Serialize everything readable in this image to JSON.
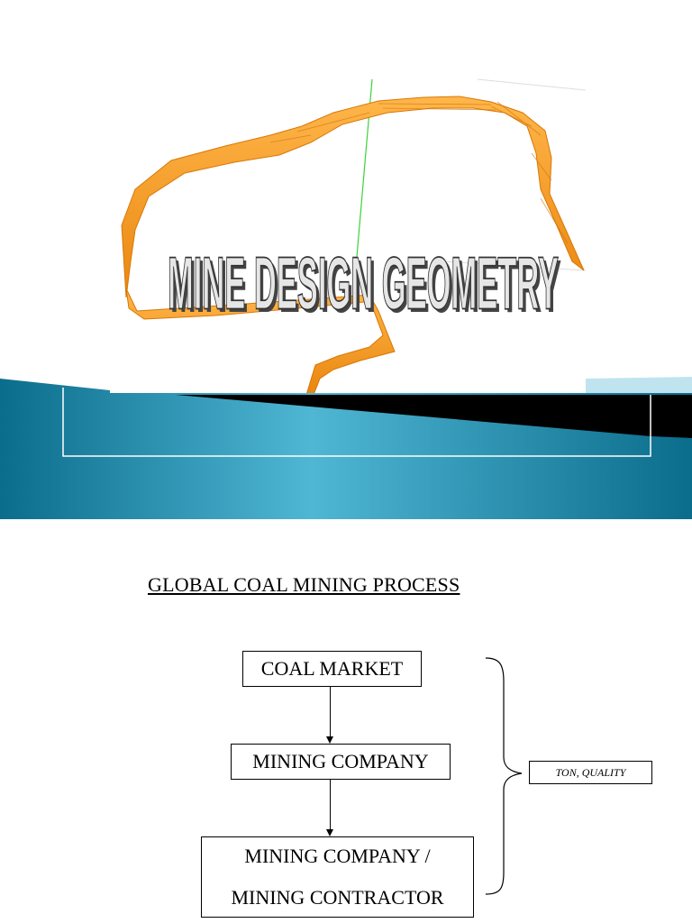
{
  "slide1": {
    "title": "MINE DESIGN GEOMETRY"
  },
  "slide2": {
    "heading": "GLOBAL COAL MINING PROCESS",
    "boxes": {
      "coal_market": "COAL MARKET",
      "mining_company": "MINING COMPANY",
      "contractor_line1": "MINING COMPANY /",
      "contractor_line2": "MINING CONTRACTOR"
    },
    "note": "TON, QUALITY"
  },
  "colors": {
    "ribbon": "#f5961e",
    "band_light": "#4fb6d4",
    "band_dark": "#0b6d8c"
  }
}
